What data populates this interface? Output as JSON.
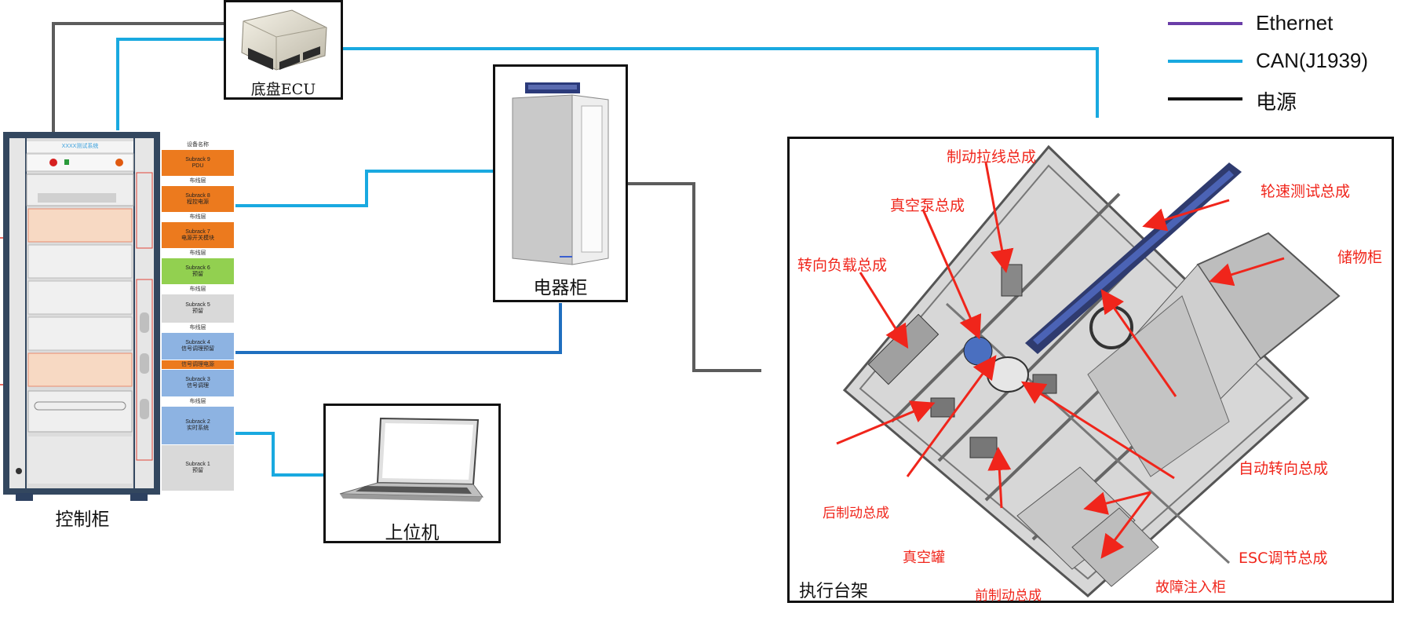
{
  "legend": [
    {
      "label": "Ethernet",
      "color": "#6a3ea8"
    },
    {
      "label": "CAN(J1939)",
      "color": "#19a9e0"
    },
    {
      "label": "电源",
      "color": "#111111"
    }
  ],
  "ecu": {
    "label": "底盘ECU"
  },
  "electrical_cabinet": {
    "label": "电器柜"
  },
  "control_cabinet": {
    "label": "控制柜",
    "top_title": "XXXX测试系统",
    "header": "设备名称",
    "subracks": [
      {
        "line1": "Subrack 9",
        "line2": "PDU",
        "color": "#ec7a1e"
      },
      {
        "line1": "Subrack 8",
        "line2": "程控电源",
        "color": "#ec7a1e"
      },
      {
        "line1": "Subrack 7",
        "line2": "电源开关模块",
        "color": "#ec7a1e"
      },
      {
        "line1": "Subrack 6",
        "line2": "预留",
        "color": "#92d050"
      },
      {
        "line1": "Subrack 5",
        "line2": "预留",
        "color": "#d9d9d9"
      },
      {
        "line1": "Subrack 4",
        "line2": "信号调理预留",
        "color": "#8db3e2"
      },
      {
        "line1": "Subrack 3",
        "line2": "信号调理",
        "color": "#8db3e2"
      },
      {
        "line1": "Subrack 2",
        "line2": "实时系统",
        "color": "#8db3e2"
      },
      {
        "line1": "Subrack 1",
        "line2": "预留",
        "color": "#d9d9d9"
      }
    ],
    "wiring_label": "布线层",
    "signal_cable_label": "信号调理电源"
  },
  "host_pc": {
    "label": "上位机"
  },
  "test_bench": {
    "label": "执行台架",
    "components": [
      "制动拉线总成",
      "轮速测试总成",
      "真空泵总成",
      "储物柜",
      "转向负载总成",
      "自动转向总成",
      "后制动总成",
      "ESC调节总成",
      "真空罐",
      "前制动总成",
      "故障注入柜"
    ]
  }
}
